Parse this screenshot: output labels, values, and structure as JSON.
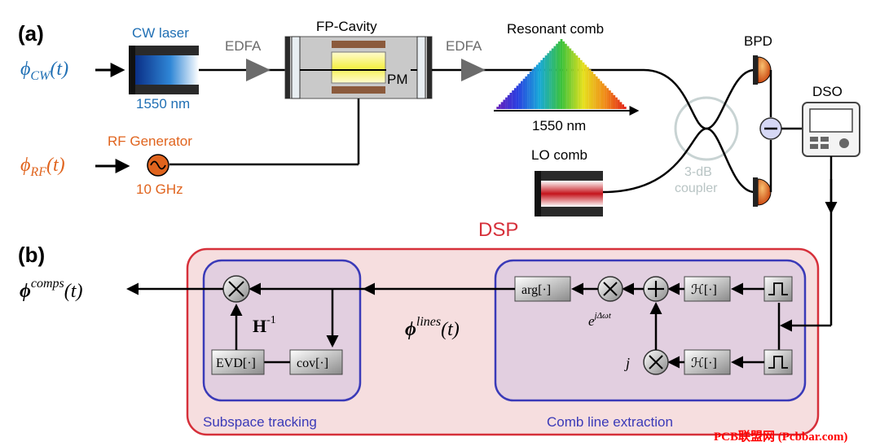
{
  "panel_a": {
    "label": "(a)",
    "cw_input": {
      "symbol": "ϕ",
      "sub": "CW",
      "arg": "(t)"
    },
    "rf_input": {
      "symbol": "ϕ",
      "sub": "RF",
      "arg": "(t)"
    },
    "cw_laser": {
      "title": "CW laser",
      "wavelength": "1550 nm"
    },
    "edfa1": "EDFA",
    "edfa2": "EDFA",
    "fp_cavity": {
      "title": "FP-Cavity",
      "pm": "PM"
    },
    "resonant_comb": {
      "title": "Resonant comb",
      "wavelength": "1550 nm"
    },
    "rf_generator": {
      "title": "RF Generator",
      "freq": "10 GHz"
    },
    "lo_comb": "LO comb",
    "coupler": {
      "line1": "3-dB",
      "line2": "coupler"
    },
    "bpd": "BPD",
    "dso": "DSO"
  },
  "panel_b": {
    "label": "(b)",
    "dsp": "DSP",
    "output": {
      "symbol": "ϕ",
      "sup": "comps",
      "arg": "(t)"
    },
    "lines": {
      "symbol": "ϕ",
      "sup": "lines",
      "arg": "(t)"
    },
    "subspace": {
      "title": "Subspace tracking",
      "multiply": "⨯",
      "hinv": "H",
      "hinv_sup": "-1",
      "evd": "EVD[·]",
      "cov": "cov[·]"
    },
    "comb_extraction": {
      "title": "Comb line extraction",
      "arg": "arg[·]",
      "exp_base": "e",
      "exp_sup": "jΔωt",
      "hilbert1": "ℋ[·]",
      "hilbert2": "ℋ[·]",
      "j": "j"
    }
  },
  "watermark": "PCB联盟网 (Pcbbar.com)",
  "colors": {
    "blue": "#1f6fb4",
    "orange": "#e0641e",
    "red_box": "#d6303a",
    "dsp_fill": "#f6dedf",
    "blue_box": "#3a3ab8",
    "inner_fill": "#e2cfe0",
    "gray": "#6b6b6b",
    "coupler": "#c8d3d3",
    "watermark": "#ff0000"
  }
}
